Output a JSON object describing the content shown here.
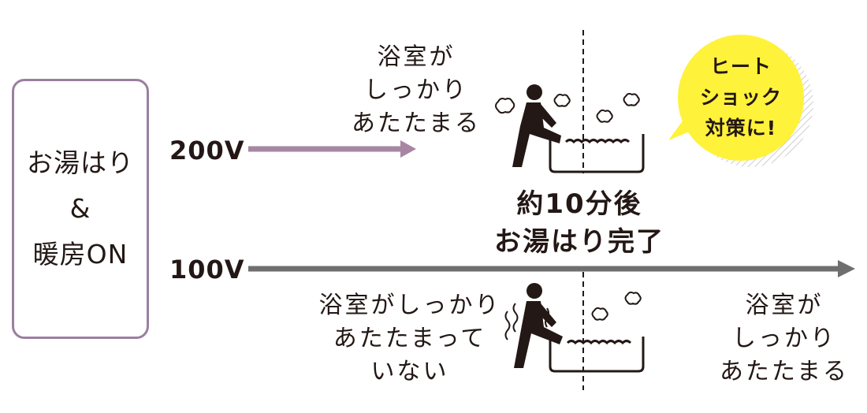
{
  "start_box": {
    "line1": "お湯はり",
    "line2": "&",
    "line3": "暖房ON"
  },
  "v200": {
    "label": "200V",
    "note": [
      "浴室が",
      "しっかり",
      "あたたまる"
    ]
  },
  "v100": {
    "label": "100V",
    "note_left": [
      "浴室がしっかり",
      "あたたまって",
      "いない"
    ],
    "note_right": [
      "浴室が",
      "しっかり",
      "あたたまる"
    ]
  },
  "milestone": {
    "line1": "約10分後",
    "line2": "お湯はり完了"
  },
  "callout": {
    "line1": "ヒート",
    "line2": "ショック",
    "line3": "対策に!"
  },
  "colors": {
    "purple_arrow": "#a686a3",
    "gray_arrow": "#6f6f6f",
    "box_border": "#9b7f9f",
    "callout_yellow": "#fff23a",
    "ink": "#231815"
  }
}
